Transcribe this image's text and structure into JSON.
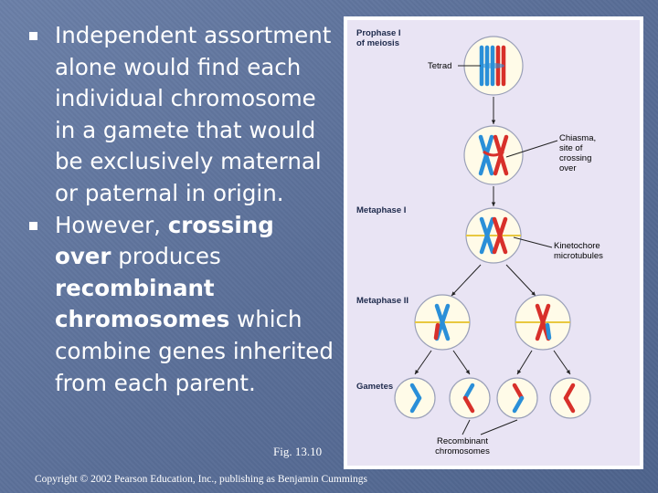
{
  "bullets": [
    {
      "parts": [
        {
          "text": "Independent assortment alone would find each individual chromosome in a gamete that would be exclusively maternal or paternal in origin.",
          "bold": false
        }
      ]
    },
    {
      "parts": [
        {
          "text": "However, ",
          "bold": false
        },
        {
          "text": "crossing over",
          "bold": true
        },
        {
          "text": " produces ",
          "bold": false
        },
        {
          "text": "recombinant chromosomes",
          "bold": true
        },
        {
          "text": " which combine genes inherited from each parent.",
          "bold": false
        }
      ]
    }
  ],
  "figure_caption": "Fig. 13.10",
  "copyright": "Copyright © 2002 Pearson Education, Inc., publishing as Benjamin Cummings",
  "figure": {
    "stage_labels": {
      "prophase_line1": "Prophase I",
      "prophase_line2": "of meiosis",
      "metaphase1": "Metaphase I",
      "metaphase2": "Metaphase II",
      "gametes": "Gametes"
    },
    "annotations": {
      "tetrad": "Tetrad",
      "chiasma_line1": "Chiasma,",
      "chiasma_line2": "site of",
      "chiasma_line3": "crossing",
      "chiasma_line4": "over",
      "kinetochore_line1": "Kinetochore",
      "kinetochore_line2": "microtubules",
      "recombinant_line1": "Recombinant",
      "recombinant_line2": "chromosomes"
    },
    "colors": {
      "panel_background": "#e9e4f4",
      "cell_fill": "#fffbe8",
      "paternal": "#2a8fd8",
      "maternal": "#d8302a",
      "metaphase_plate": "#e8c840",
      "arrow": "#222222",
      "slide_background": "#5a6f98"
    }
  }
}
